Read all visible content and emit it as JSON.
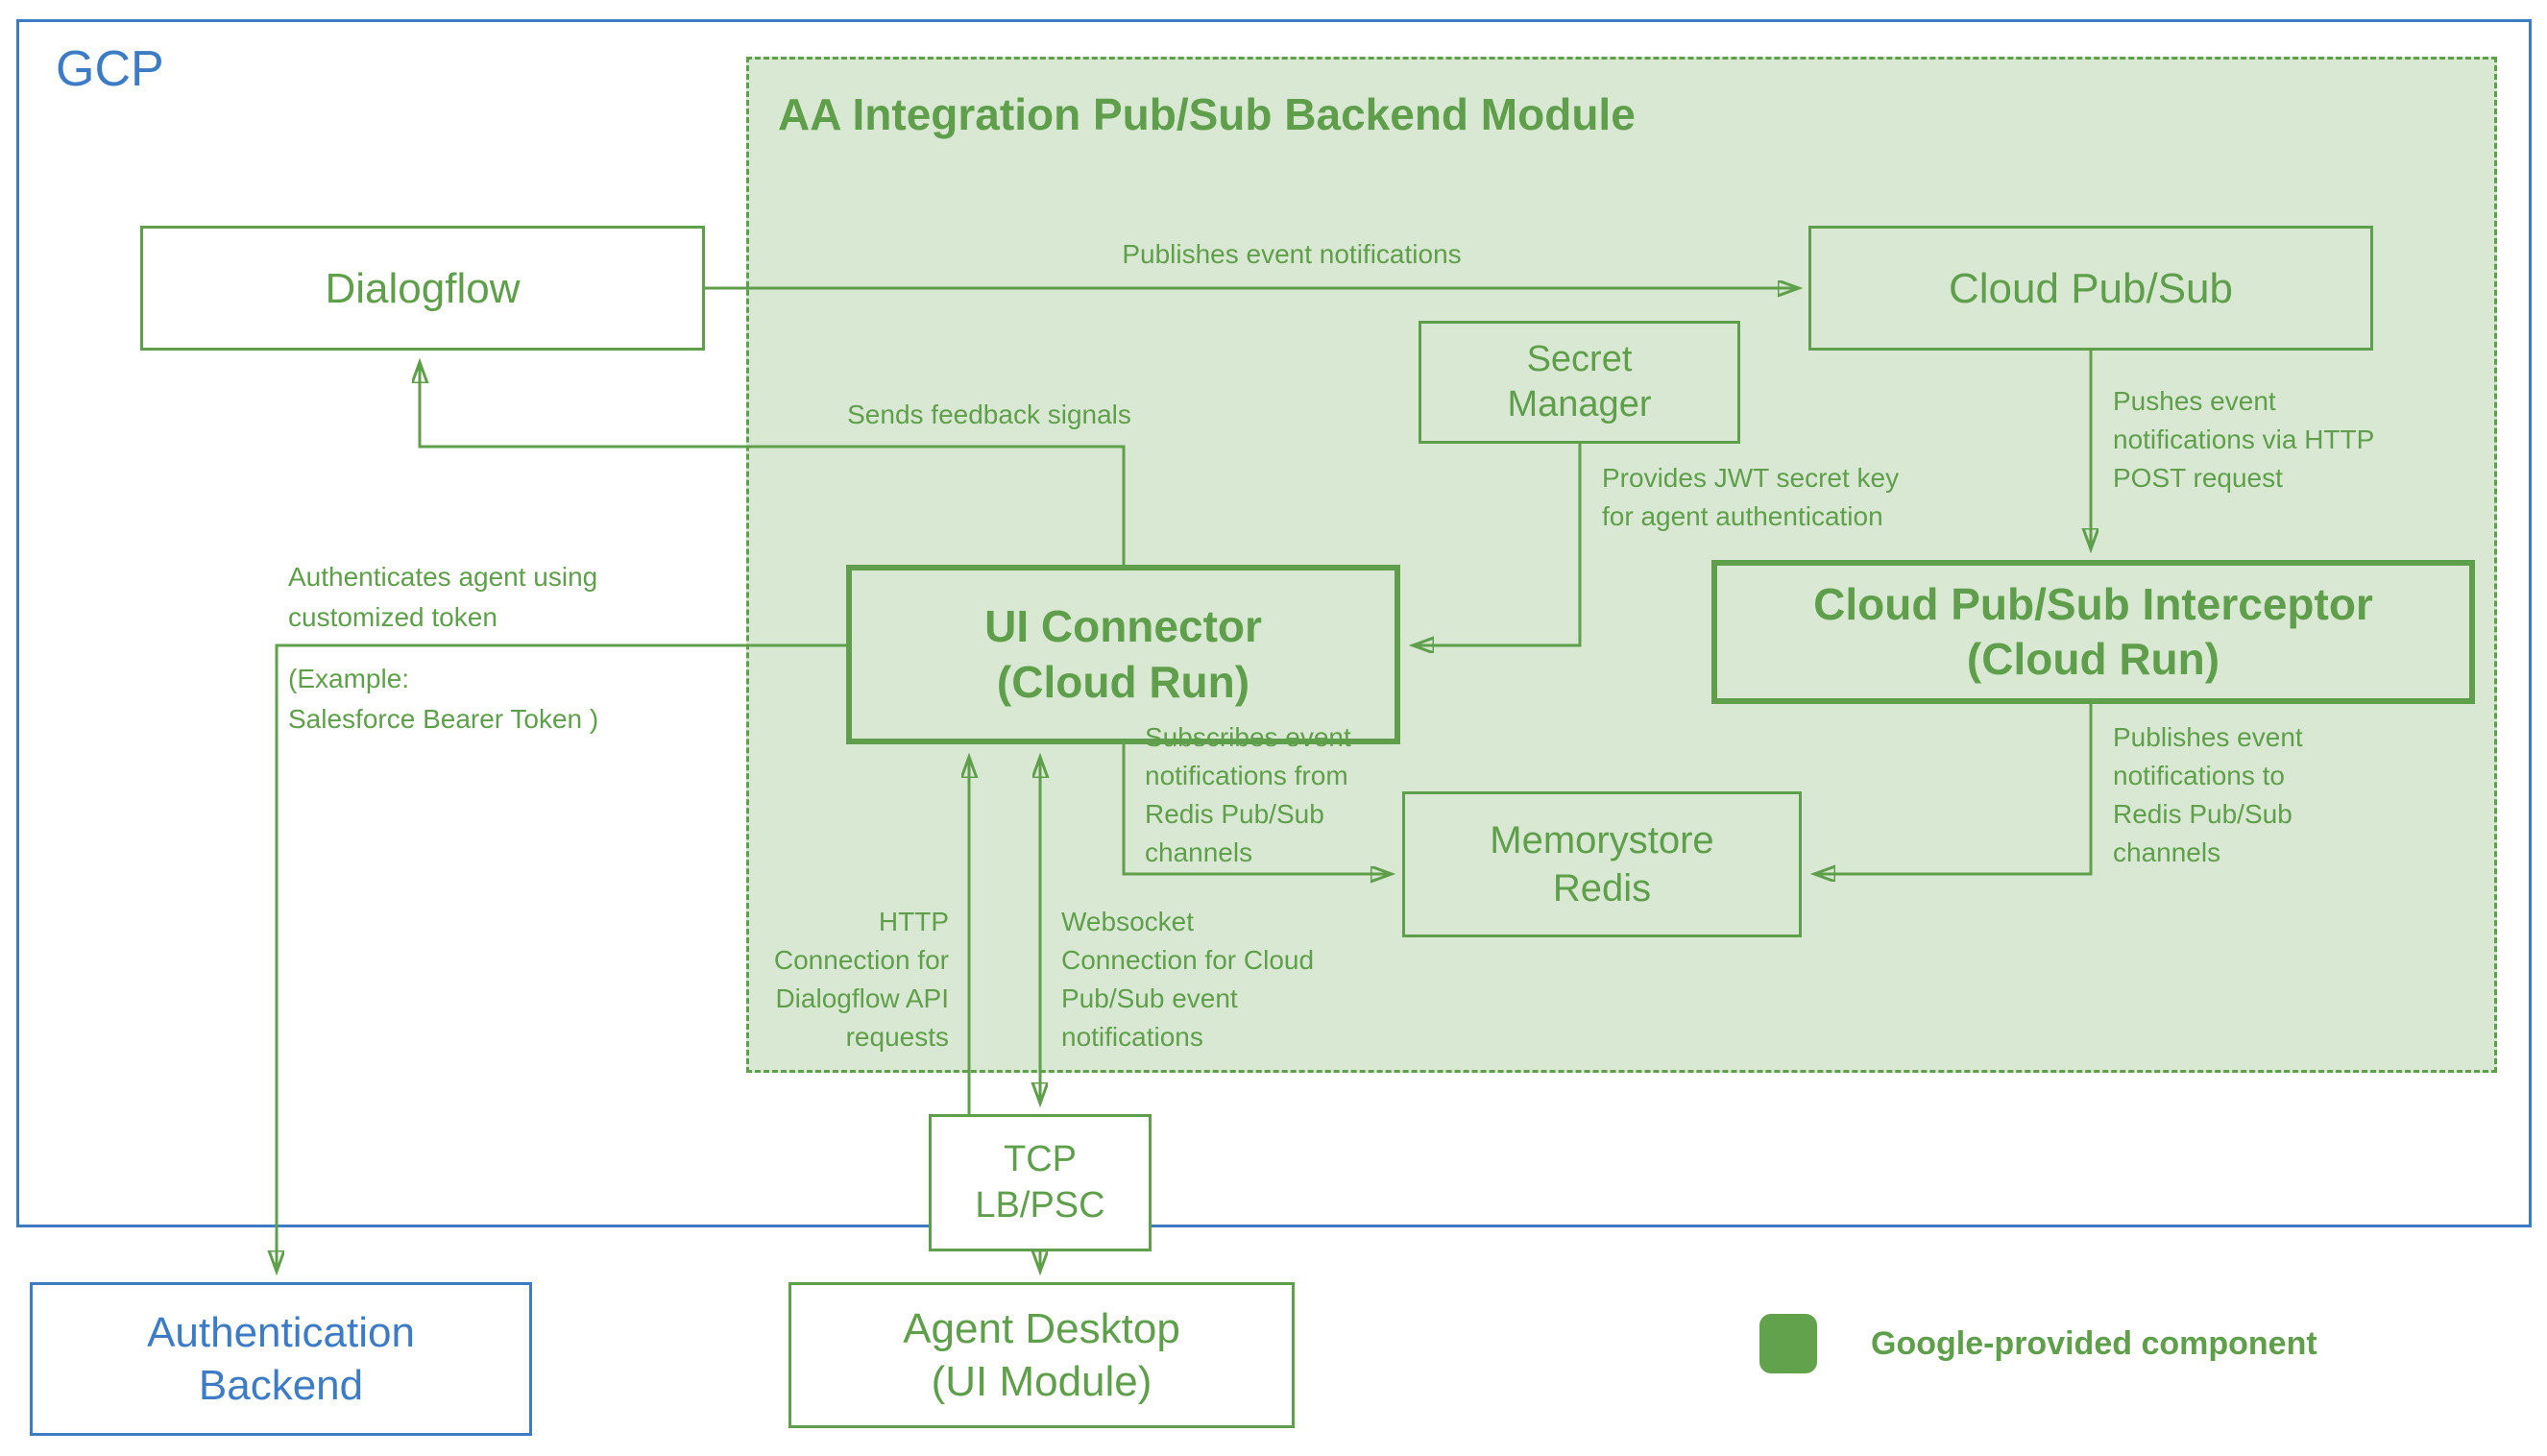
{
  "colors": {
    "green_stroke": "#5f9f4b",
    "green_fill": "#d9e8d3",
    "legend_green": "#63a24c",
    "blue": "#3d7cc4"
  },
  "gcp": {
    "label": "GCP"
  },
  "module": {
    "title": "AA Integration Pub/Sub Backend Module"
  },
  "nodes": {
    "dialogflow": {
      "label": "Dialogflow"
    },
    "cloud_pubsub": {
      "label": "Cloud Pub/Sub"
    },
    "secret_manager": {
      "line1": "Secret",
      "line2": "Manager"
    },
    "ui_connector": {
      "line1": "UI Connector",
      "line2": "(Cloud Run)"
    },
    "interceptor": {
      "line1": "Cloud Pub/Sub Interceptor",
      "line2": "(Cloud Run)"
    },
    "memorystore": {
      "line1": "Memorystore",
      "line2": "Redis"
    },
    "tcp_lb": {
      "line1": "TCP",
      "line2": "LB/PSC"
    },
    "agent_desktop": {
      "line1": "Agent Desktop",
      "line2": "(UI Module)"
    },
    "auth_backend": {
      "line1": "Authentication",
      "line2": "Backend"
    }
  },
  "edges": {
    "publishes": {
      "label": "Publishes event notifications"
    },
    "feedback": {
      "label": "Sends feedback signals"
    },
    "pushes": {
      "lines": [
        "Pushes event",
        "notifications via HTTP",
        "POST request"
      ]
    },
    "provides": {
      "lines": [
        "Provides JWT secret key",
        "for agent authentication"
      ]
    },
    "authenticates": {
      "lines_above": [
        "Authenticates agent using",
        "customized token"
      ],
      "lines_below": [
        "(Example:",
        "Salesforce Bearer Token )"
      ]
    },
    "subscribes": {
      "lines": [
        "Subscribes event",
        "notifications from",
        "Redis Pub/Sub",
        "channels"
      ]
    },
    "publishes_redis": {
      "lines": [
        "Publishes event",
        "notifications to",
        "Redis Pub/Sub",
        "channels"
      ]
    },
    "http_conn": {
      "lines": [
        "HTTP",
        "Connection for",
        "Dialogflow API",
        "requests"
      ]
    },
    "websocket_conn": {
      "lines": [
        "Websocket",
        "Connection for Cloud",
        "Pub/Sub event",
        "notifications"
      ]
    }
  },
  "legend": {
    "label": "Google-provided component"
  }
}
